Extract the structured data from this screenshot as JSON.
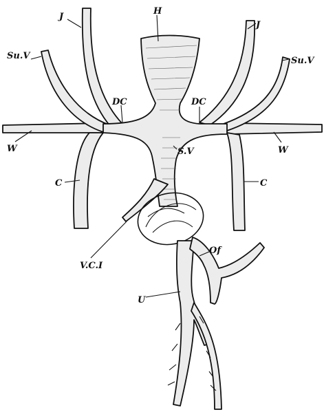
{
  "labels": {
    "H": "H",
    "J_left": "J",
    "J_right": "J",
    "SuV_left": "Su.V",
    "SuV_right": "Su.V",
    "DC_left": "DC",
    "DC_right": "DC",
    "W_left": "W",
    "W_right": "W",
    "SV": "S.V",
    "C_left": "C",
    "C_right": "C",
    "VCI": "V.C.I",
    "Of": "Of",
    "U": "U"
  },
  "colors": {
    "ink": "#111111",
    "vessel_fill": "#ececec",
    "paper": "#ffffff"
  }
}
